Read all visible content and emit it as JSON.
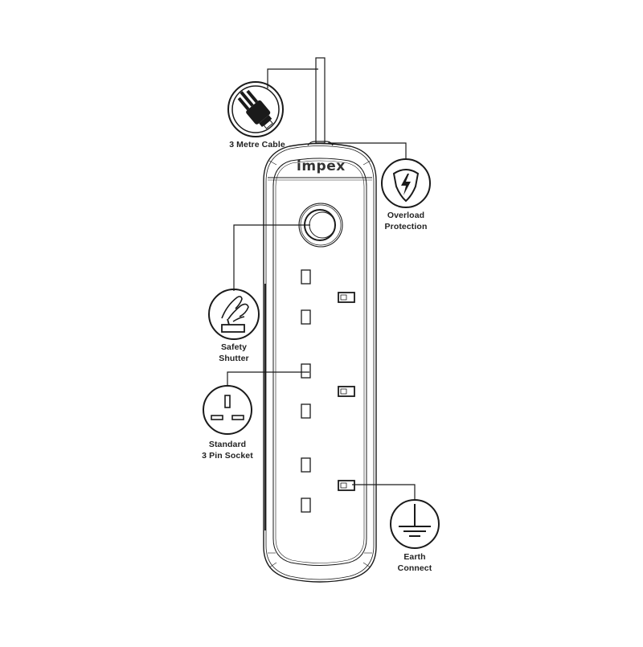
{
  "product": {
    "brand": "impex",
    "type": "3-way extension socket / power strip",
    "sockets": 3
  },
  "features": [
    {
      "id": "cable",
      "label": "3 Metre Cable",
      "icon": "plug-icon"
    },
    {
      "id": "overload",
      "label_lines": [
        "Overload",
        "Protection"
      ],
      "icon": "lightning-shield-icon"
    },
    {
      "id": "shutter",
      "label_lines": [
        "Safety",
        "Shutter"
      ],
      "icon": "hand-shutter-icon"
    },
    {
      "id": "socket",
      "label_lines": [
        "Standard",
        "3 Pin Socket"
      ],
      "icon": "three-pin-socket-icon"
    },
    {
      "id": "earth",
      "label_lines": [
        "Earth",
        "Connect"
      ],
      "icon": "earth-ground-icon"
    }
  ],
  "colors": {
    "line": "#1a1a1a",
    "background": "#ffffff",
    "text": "#222222"
  }
}
